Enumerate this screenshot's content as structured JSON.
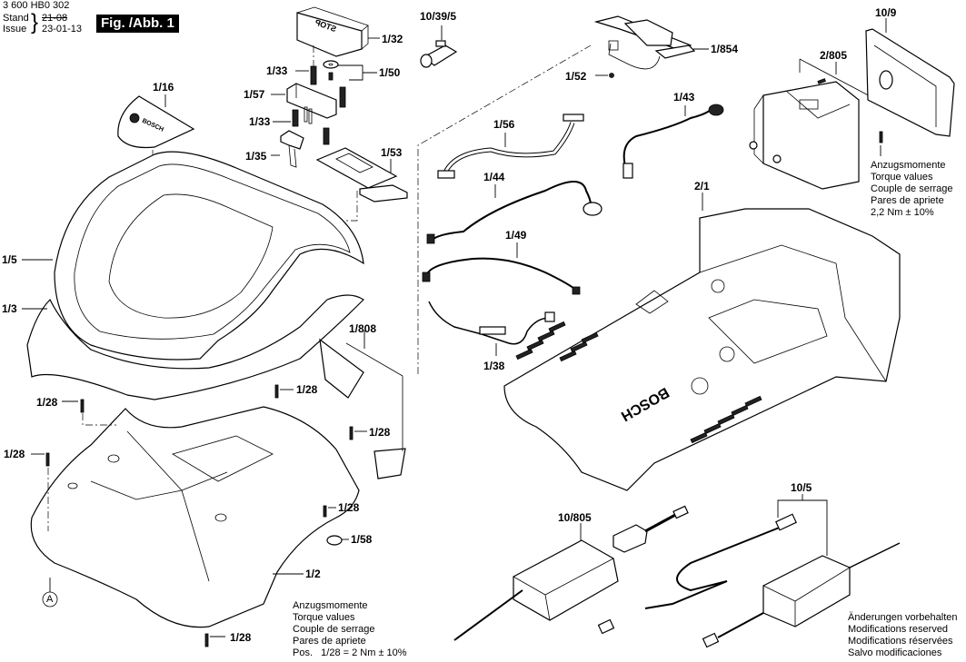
{
  "header": {
    "doc_number": "3 600 HB0 302",
    "stand_label": "Stand",
    "issue_label": "Issue",
    "old_date_struck": "21-08",
    "date": "23-01-13",
    "figure_title": "Fig. /Abb. 1"
  },
  "part_labels": {
    "p1_32": "1/32",
    "p1_33_top": "1/33",
    "p1_50": "1/50",
    "p1_57": "1/57",
    "p1_33_mid": "1/33",
    "p1_35": "1/35",
    "p1_53": "1/53",
    "p1_16": "1/16",
    "p1_5": "1/5",
    "p1_3": "1/3",
    "p1_808": "1/808",
    "p1_28_a": "1/28",
    "p1_28_b": "1/28",
    "p1_28_c": "1/28",
    "p1_28_d": "1/28",
    "p1_28_e": "1/28",
    "p1_28_f": "1/28",
    "p1_58": "1/58",
    "p1_2": "1/2",
    "callout_a": "A",
    "p10_39_5": "10/39/5",
    "p1_854": "1/854",
    "p1_52": "1/52",
    "p1_56": "1/56",
    "p1_43": "1/43",
    "p1_44": "1/44",
    "p1_49": "1/49",
    "p1_38": "1/38",
    "p2_1": "2/1",
    "p10_9": "10/9",
    "p2_805": "2/805",
    "p10_805": "10/805",
    "p10_5": "10/5"
  },
  "notes": {
    "torque_right": [
      "Anzugsmomente",
      "Torque values",
      "Couple de serrage",
      "Pares de apriete",
      "2,2 Nm ± 10%"
    ],
    "torque_bottom": [
      "Anzugsmomente",
      "Torque values",
      "Couple de serrage",
      "Pares de apriete",
      "Pos.   1/28 = 2 Nm ± 10%"
    ],
    "modifications": [
      "Änderungen vorbehalten",
      "Modifications reserved",
      "Modifications réservées",
      "Salvo modificaciones"
    ]
  },
  "brand_marks": {
    "cover_logo": "BOSCH",
    "base_logo": "BOSCH",
    "stop_button_text": "STOP"
  }
}
